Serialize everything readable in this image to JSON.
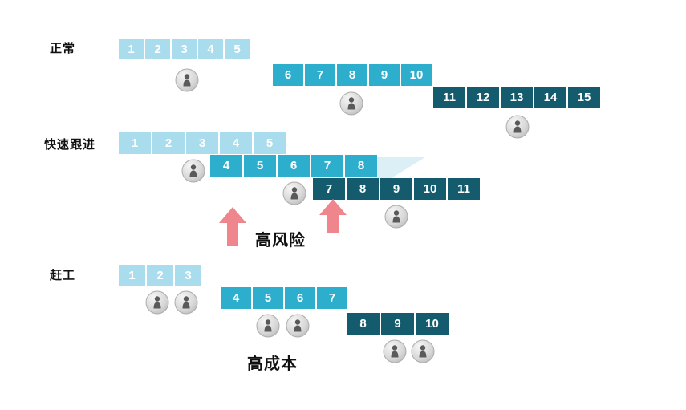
{
  "colors": {
    "light": "#a9dcec",
    "medium": "#2eaecd",
    "dark": "#145b6d",
    "arrow": "#f0868d"
  },
  "icons": {
    "worker": "person-figure-in-gray-sphere"
  },
  "rows": [
    {
      "label": "正常",
      "bars": [
        {
          "cells": [
            "1",
            "2",
            "3",
            "4",
            "5"
          ],
          "workers": 1
        },
        {
          "cells": [
            "6",
            "7",
            "8",
            "9",
            "10"
          ],
          "workers": 1
        },
        {
          "cells": [
            "11",
            "12",
            "13",
            "14",
            "15"
          ],
          "workers": 1
        }
      ]
    },
    {
      "label": "快速跟进",
      "annotation": "高风险",
      "bars": [
        {
          "cells": [
            "1",
            "2",
            "3",
            "4",
            "5"
          ],
          "workers": 1
        },
        {
          "cells": [
            "4",
            "5",
            "6",
            "7",
            "8"
          ],
          "workers": 1
        },
        {
          "cells": [
            "7",
            "8",
            "9",
            "10",
            "11"
          ],
          "workers": 1
        }
      ]
    },
    {
      "label": "赶工",
      "annotation": "高成本",
      "bars": [
        {
          "cells": [
            "1",
            "2",
            "3"
          ],
          "workers": 2
        },
        {
          "cells": [
            "4",
            "5",
            "6",
            "7"
          ],
          "workers": 2
        },
        {
          "cells": [
            "8",
            "9",
            "10"
          ],
          "workers": 2
        }
      ]
    }
  ]
}
